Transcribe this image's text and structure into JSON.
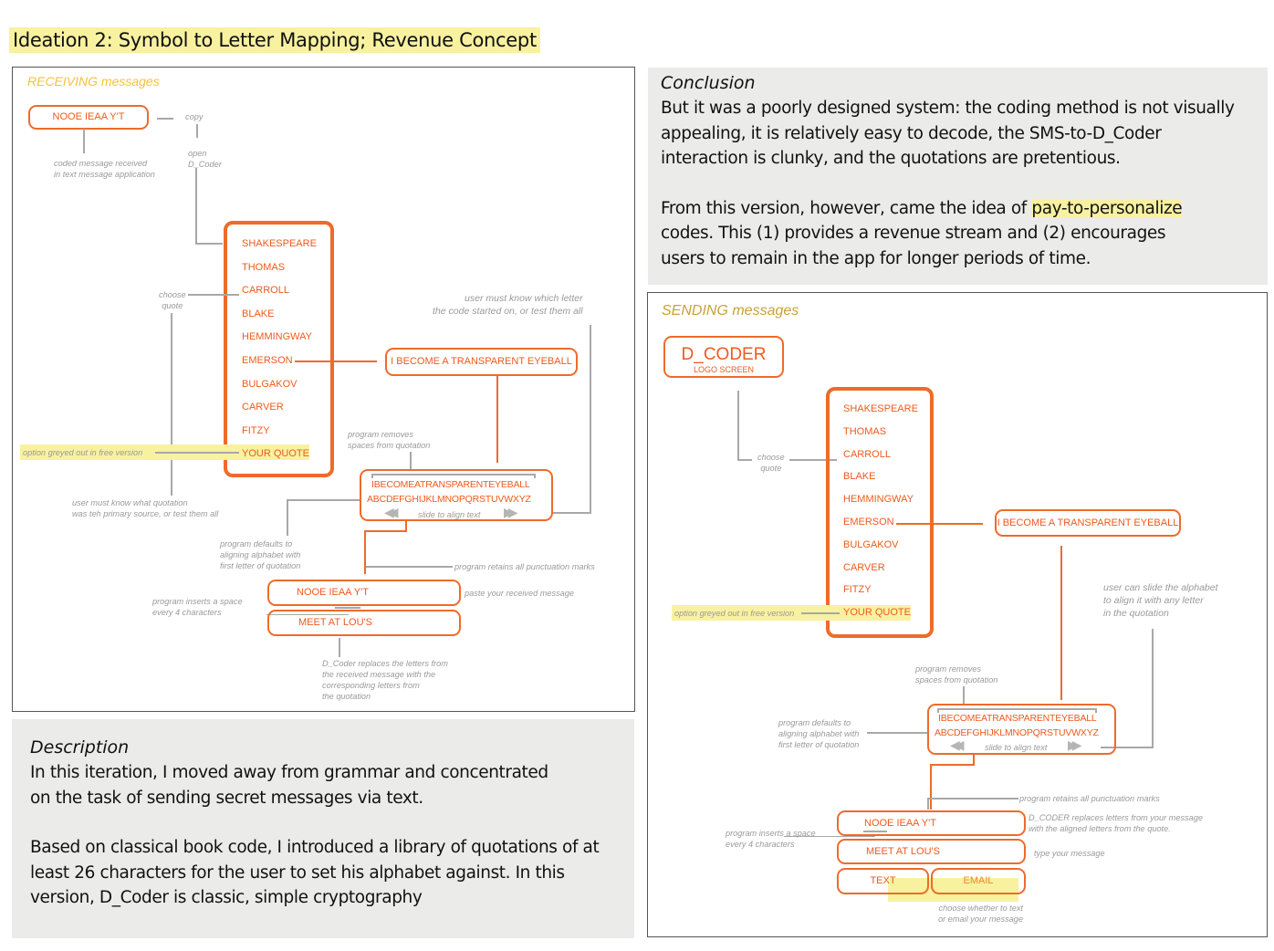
{
  "title": "Ideation 2: Symbol to Letter Mapping; Revenue Concept",
  "colors": {
    "accent_orange": "#ee6b2a",
    "highlight_yellow": "#f8f1a0",
    "panel_gray": "#ebebea",
    "note_gray": "#9a9a9a"
  },
  "receiving": {
    "title": "RECEIVING messages",
    "coded_message_box": "NOOE IEAA Y'T",
    "notes": {
      "copy": "copy",
      "open_dcoder": "open\nD_Coder",
      "coded_received": "coded message received\nin text message application",
      "choose_quote": "choose\nquote",
      "greyed_out": "option greyed out in free version",
      "must_know_quotation": "user must know what quotation\nwas teh primary source, or test them all",
      "must_know_letter": "user must know which letter\nthe code started on, or test them all",
      "removes_spaces": "program removes\nspaces from quotation",
      "defaults_align": "program defaults to\naligning alphabet with\nfirst letter of quotation",
      "retains_punct": "program retains all punctuation marks",
      "paste_message": "paste your received message",
      "inserts_space": "program inserts a space\nevery 4 characters",
      "replaces_letters": "D_Coder replaces the letters from\nthe received message with the\ncorresponding letters from\nthe quotation"
    },
    "authors": [
      "SHAKESPEARE",
      "THOMAS",
      "CARROLL",
      "BLAKE",
      "HEMMINGWAY",
      "EMERSON",
      "BULGAKOV",
      "CARVER",
      "FITZY",
      "YOUR QUOTE"
    ],
    "quote_box": "I BECOME A TRANSPARENT EYEBALL",
    "quote_no_spaces": "IBECOMEATRANSPARENTEYEBALL",
    "alphabet": "ABCDEFGHIJKLMNOPQRSTUVWXYZ",
    "slide_label": "slide to align text",
    "coded_input": "NOOE IEAA Y'T",
    "decoded_output": "MEET AT LOU'S"
  },
  "sending": {
    "title": "SENDING messages",
    "logo_title": "D_CODER",
    "logo_sub": "LOGO SCREEN",
    "authors": [
      "SHAKESPEARE",
      "THOMAS",
      "CARROLL",
      "BLAKE",
      "HEMMINGWAY",
      "EMERSON",
      "BULGAKOV",
      "CARVER",
      "FITZY",
      "YOUR QUOTE"
    ],
    "quote_box": "I BECOME A TRANSPARENT EYEBALL",
    "quote_no_spaces": "IBECOMEATRANSPARENTEYEBALL",
    "alphabet": "ABCDEFGHIJKLMNOPQRSTUVWXYZ",
    "slide_label": "slide to align text",
    "coded_output": "NOOE IEAA Y'T",
    "message_input": "MEET AT LOU'S",
    "text_button": "TEXT",
    "email_button": "EMAIL",
    "notes": {
      "choose_quote": "choose\nquote",
      "greyed_out": "option greyed out in free version",
      "can_slide": "user can slide the alphabet\nto align it with any letter\nin the quotation",
      "removes_spaces": "program removes\nspaces from quotation",
      "defaults_align": "program defaults to\naligning alphabet with\nfirst letter of quotation",
      "retains_punct": "program retains all punctuation marks",
      "replaces_letters": "D_CODER replaces letters from your message\nwith the aligned letters from the quote.",
      "inserts_space": "program inserts a space\nevery 4 characters",
      "type_message": "type your message",
      "text_or_email": "choose whether to text\nor email your message"
    }
  },
  "conclusion": {
    "heading": "Conclusion",
    "para1": "But it was a poorly designed system: the coding method is not visually\nappealing, it is relatively easy to decode, the SMS-to-D_Coder\ninteraction is clunky, and the quotations are pretentious.",
    "para2_before": "From this version, however, came the idea of ",
    "para2_highlight": "pay-to-personalize",
    "para2_after": "\ncodes.  This (1) provides a revenue stream and (2) encourages\nusers to remain in the app for longer periods of time."
  },
  "description": {
    "heading": "Description",
    "para1": "In this iteration, I moved away from grammar and concentrated\non the task of sending secret messages via text.",
    "para2": "Based on classical book code, I introduced a library of quotations of at\nleast 26 characters for the user to set his alphabet against.  In this\nversion, D_Coder is classic, simple cryptography"
  }
}
